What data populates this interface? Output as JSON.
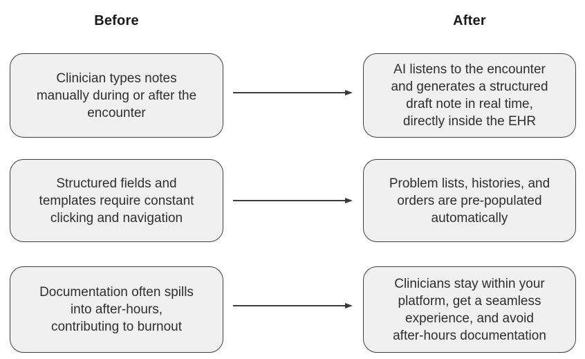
{
  "diagram": {
    "title_left": "Before",
    "title_right": "After",
    "rows": [
      {
        "before": "Clinician types notes\nmanually during or after the\nencounter",
        "after": "AI listens to the encounter\nand generates a structured\ndraft note in real time,\ndirectly inside the EHR"
      },
      {
        "before": "Structured fields and\ntemplates require constant\nclicking and navigation",
        "after": "Problem lists, histories, and\norders are pre-populated\nautomatically"
      },
      {
        "before": "Documentation often spills\ninto after-hours,\ncontributing to burnout",
        "after": "Clinicians stay within your\nplatform, get a seamless\nexperience, and avoid\nafter-hours documentation"
      }
    ]
  },
  "colors": {
    "background": "#ffffff",
    "box_fill": "#f0f0f0",
    "box_border": "#3d3d3d",
    "box_text": "#2e2e2e",
    "header_text": "#1a1a1a",
    "arrow": "#3a3a3a"
  }
}
